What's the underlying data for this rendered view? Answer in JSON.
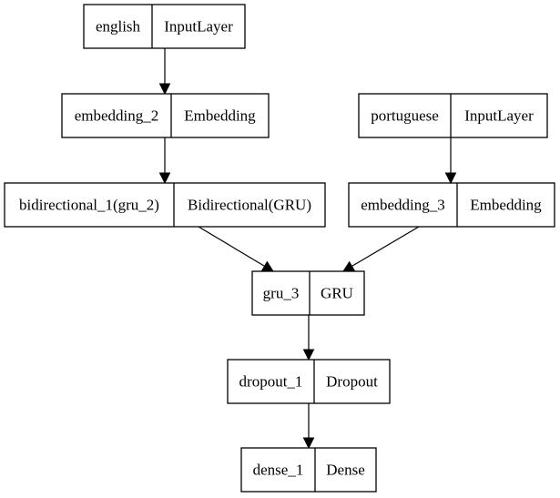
{
  "nodes": [
    {
      "id": "english",
      "name": "english",
      "type": "InputLayer"
    },
    {
      "id": "embedding_2",
      "name": "embedding_2",
      "type": "Embedding"
    },
    {
      "id": "bidirectional_1",
      "name": "bidirectional_1(gru_2)",
      "type": "Bidirectional(GRU)"
    },
    {
      "id": "portuguese",
      "name": "portuguese",
      "type": "InputLayer"
    },
    {
      "id": "embedding_3",
      "name": "embedding_3",
      "type": "Embedding"
    },
    {
      "id": "gru_3",
      "name": "gru_3",
      "type": "GRU"
    },
    {
      "id": "dropout_1",
      "name": "dropout_1",
      "type": "Dropout"
    },
    {
      "id": "dense_1",
      "name": "dense_1",
      "type": "Dense"
    }
  ],
  "edges": [
    {
      "from": "english",
      "to": "embedding_2"
    },
    {
      "from": "embedding_2",
      "to": "bidirectional_1"
    },
    {
      "from": "portuguese",
      "to": "embedding_3"
    },
    {
      "from": "bidirectional_1",
      "to": "gru_3"
    },
    {
      "from": "embedding_3",
      "to": "gru_3"
    },
    {
      "from": "gru_3",
      "to": "dropout_1"
    },
    {
      "from": "dropout_1",
      "to": "dense_1"
    }
  ]
}
